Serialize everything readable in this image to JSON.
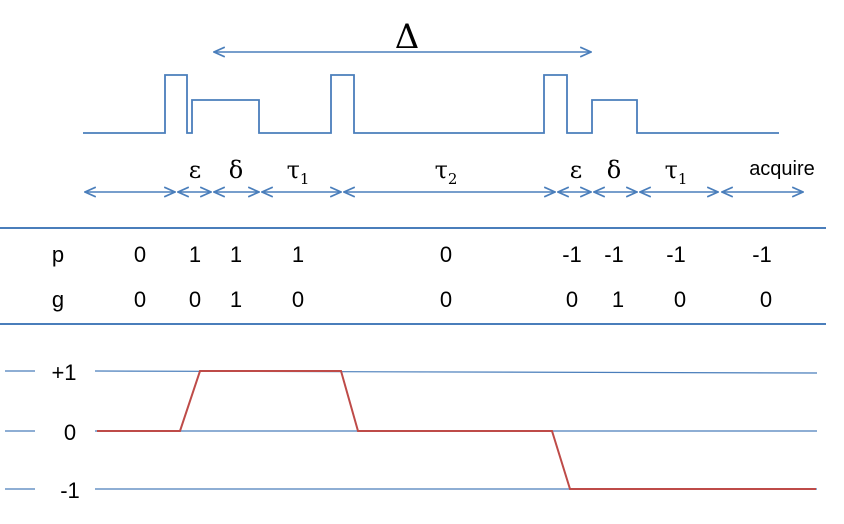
{
  "colors": {
    "pulse": "#4a7ebb",
    "divider": "#4a7ebb",
    "arrow": "#4a7ebb",
    "text": "#000000",
    "coherence_path": "#be4b48",
    "level_line": "#4a7ebb"
  },
  "delta_label": "Δ",
  "intervals": [
    {
      "symbol": "",
      "subscript": ""
    },
    {
      "symbol": "ε",
      "subscript": ""
    },
    {
      "symbol": "δ",
      "subscript": ""
    },
    {
      "symbol": "τ",
      "subscript": "1"
    },
    {
      "symbol": "τ",
      "subscript": "2"
    },
    {
      "symbol": "ε",
      "subscript": ""
    },
    {
      "symbol": "δ",
      "subscript": ""
    },
    {
      "symbol": "τ",
      "subscript": "1"
    },
    {
      "symbol": "acquire",
      "subscript": ""
    }
  ],
  "table": {
    "p": {
      "label": "p",
      "values": [
        "0",
        "1",
        "1",
        "1",
        "0",
        "-1",
        "-1",
        "-1",
        "-1"
      ]
    },
    "g": {
      "label": "g",
      "values": [
        "0",
        "0",
        "1",
        "0",
        "0",
        "0",
        "1",
        "0",
        "0"
      ]
    }
  },
  "coherence_levels": [
    "+1",
    "0",
    "-1"
  ],
  "coherence_path": [
    0,
    0,
    1,
    1,
    0,
    0,
    -1,
    -1
  ]
}
